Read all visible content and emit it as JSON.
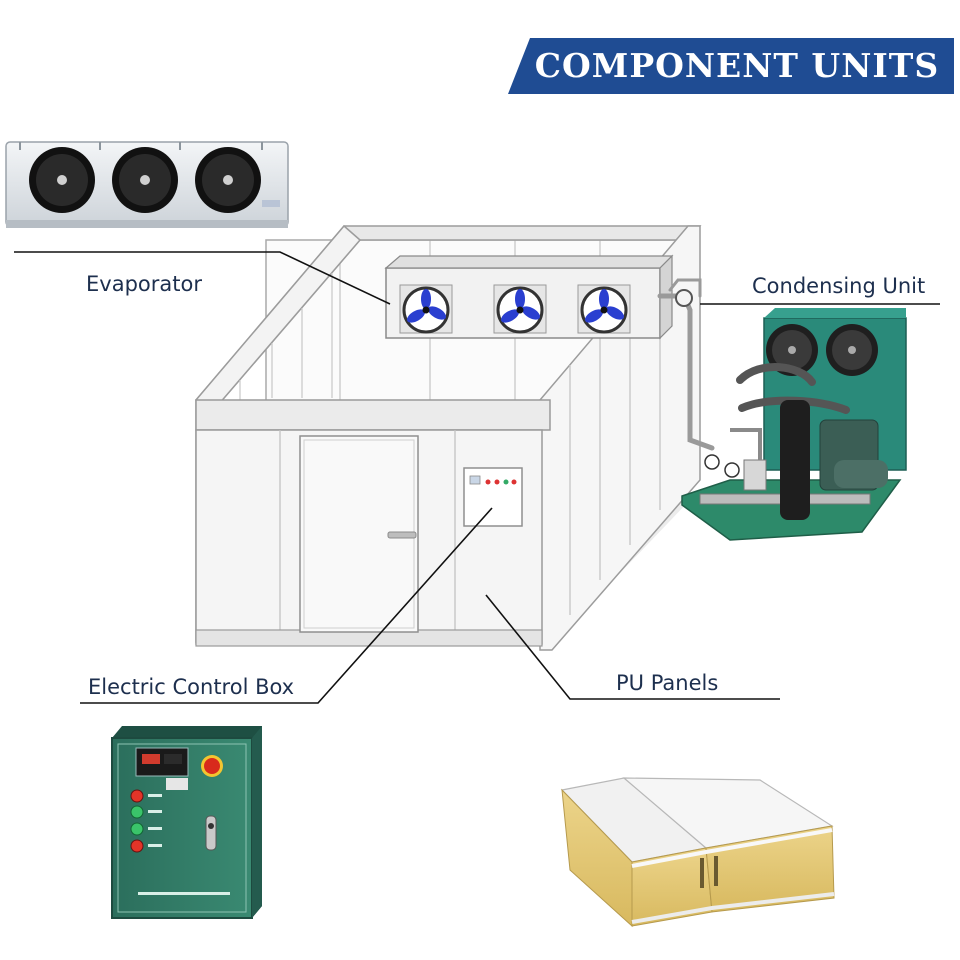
{
  "header": {
    "title": "COMPONENT UNITS"
  },
  "labels": {
    "evaporator": "Evaporator",
    "condensing_unit": "Condensing Unit",
    "electric_control_box": "Electric Control Box",
    "pu_panels": "PU Panels"
  },
  "colors": {
    "banner": "#1f4c93",
    "label_text": "#1d2f4e",
    "fan_blade": "#2a3fd0",
    "control_box_green": "#2f7a66",
    "condenser_green": "#2a8a7a",
    "panel_foam": "#e2c777"
  }
}
